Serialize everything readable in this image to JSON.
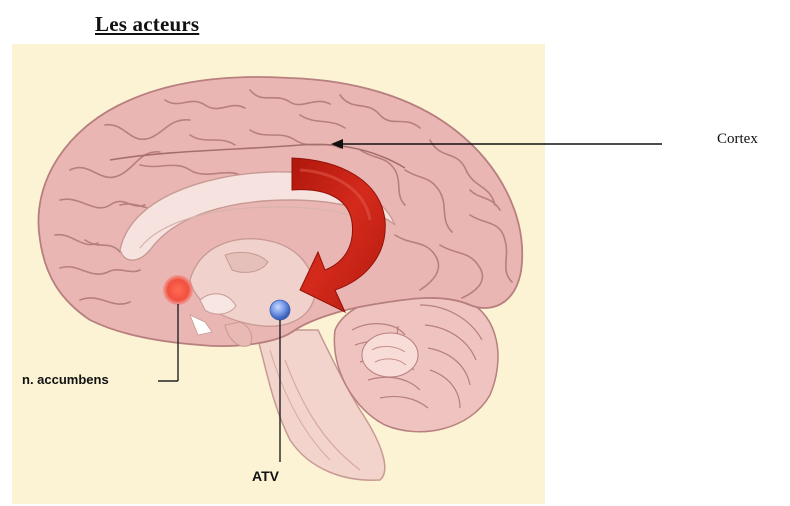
{
  "title": "Les acteurs",
  "labels": {
    "cortex": "Cortex",
    "accumbens": "n. accumbens",
    "atv": "ATV"
  },
  "colors": {
    "background_panel": "#fbf3d4",
    "cortex_pink": "#eab6b3",
    "gyri_lines": "#b77f7e",
    "arrow_red": "#c42216",
    "accumbens_red": "#ef4b3c",
    "atv_blue": "#6b8fe0"
  }
}
